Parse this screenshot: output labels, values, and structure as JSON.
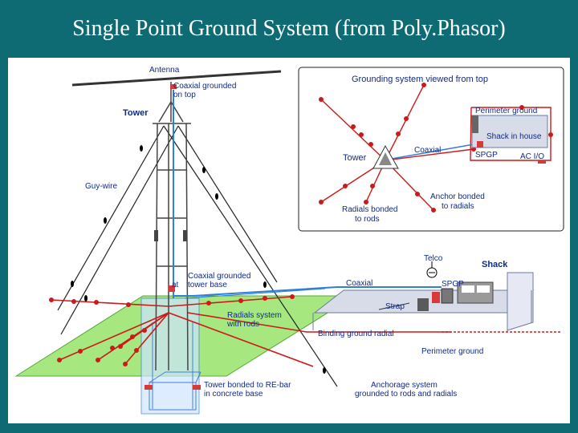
{
  "title": "Single Point Ground System (from Poly.Phasor)",
  "side_labels": {
    "antenna": "Antenna",
    "coax_top_1": "Coaxial grounded",
    "coax_top_2": "on top",
    "tower": "Tower",
    "guy_wire": "Guy-wire",
    "coax_base_1": "Coaxial grounded",
    "coax_base_at": "at",
    "coax_base_2": "tower base",
    "coaxial": "Coaxial",
    "strap": "Strap",
    "radials_1": "Radials system",
    "radials_2": "with rods",
    "binding": "Binding ground radial",
    "perimeter": "Perimeter ground",
    "rebar_1": "Tower bonded to RE-bar",
    "rebar_2": "in concrete base",
    "anchorage_1": "Anchorage system",
    "anchorage_2": "grounded to rods and radials",
    "telco": "Telco",
    "shack": "Shack",
    "spgp": "SPGP"
  },
  "top_view": {
    "title": "Grounding system viewed from top",
    "perimeter": "Perimeter ground",
    "shack": "Shack in house",
    "coaxial": "Coaxial",
    "tower": "Tower",
    "spgp": "SPGP",
    "ac": "AC I/O",
    "anchor_1": "Anchor bonded",
    "anchor_2": "to radials",
    "radials_1": "Radials bonded",
    "radials_2": "to rods"
  },
  "colors": {
    "background": "#0f6b73",
    "ground_plane": "#a6e87f",
    "radial": "#cc1a1a",
    "coax": "#2f7fd8",
    "label_blue": "#102a8a"
  }
}
